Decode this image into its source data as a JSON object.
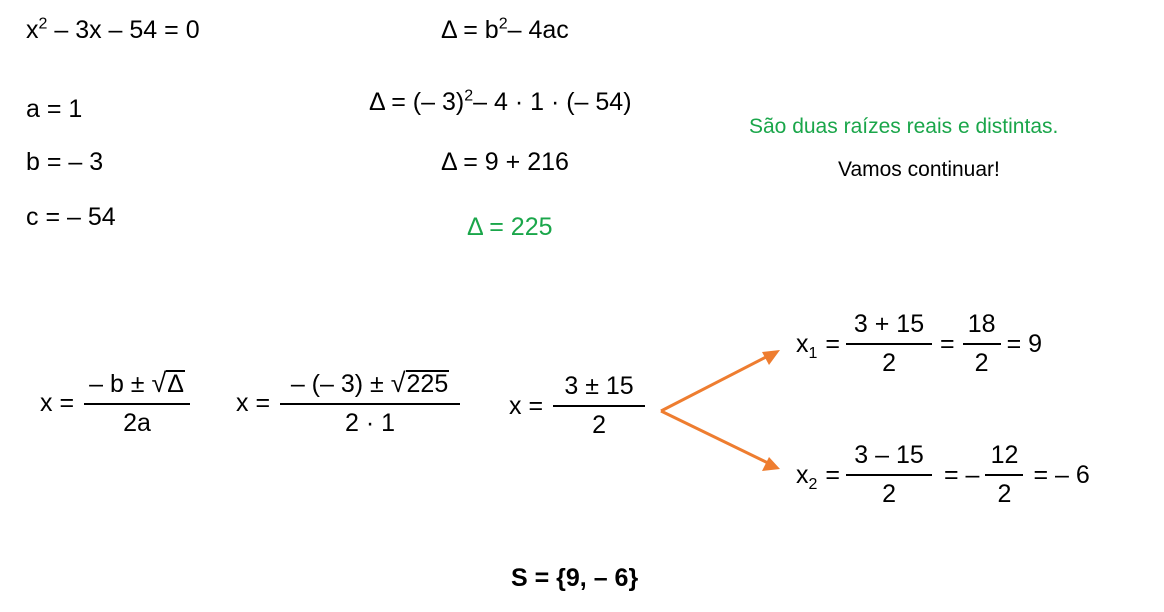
{
  "equation": {
    "base": "x",
    "exp": "2",
    "rest": " – 3x – 54 = 0"
  },
  "coefficients": {
    "a": "a = 1",
    "b": "b = – 3",
    "c": "c = – 54"
  },
  "delta": {
    "formula_start": "Δ = b",
    "formula_exp": "2",
    "formula_end": "– 4ac",
    "subst_start": "Δ = (– 3)",
    "subst_exp": "2",
    "subst_end": "– 4 · 1 · (– 54)",
    "sum": "Δ = 9 + 216",
    "result": "Δ = 225"
  },
  "notes": {
    "line1": "São duas raízes reais e distintas.",
    "line2": "Vamos continuar!"
  },
  "bhaskara": {
    "step1": {
      "lhs": "x =",
      "num_pre": "– b ± ",
      "num_rad": "Δ",
      "den": "2a"
    },
    "step2": {
      "lhs": "x =",
      "num_pre": "– (– 3) ± ",
      "num_rad": "225",
      "den": "2 · 1"
    },
    "step3": {
      "lhs": "x =",
      "num": "3 ± 15",
      "den": "2"
    }
  },
  "roots": {
    "x1": {
      "var": "x",
      "sub": "1",
      "eq1": "=",
      "num1": "3 + 15",
      "den1": "2",
      "eq2": "=",
      "num2": "18",
      "den2": "2",
      "result": "= 9"
    },
    "x2": {
      "var": "x",
      "sub": "2",
      "eq1": "=",
      "num1": "3 – 15",
      "den1": "2",
      "eq2": "= –",
      "num2": "12",
      "den2": "2",
      "result": "= – 6"
    }
  },
  "solution": "S = {9, – 6}",
  "colors": {
    "green": "#1aa64a",
    "arrow": "#ee7d30"
  }
}
